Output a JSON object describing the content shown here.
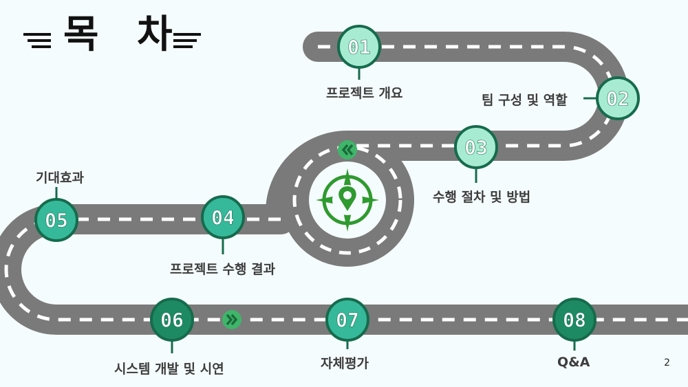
{
  "title": "목 차",
  "page_number": "2",
  "milestones": [
    {
      "number": "01",
      "label": "프로젝트 개요"
    },
    {
      "number": "02",
      "label": "팀 구성 및 역할"
    },
    {
      "number": "03",
      "label": "수행 절차 및 방법"
    },
    {
      "number": "04",
      "label": "프로젝트 수행 결과"
    },
    {
      "number": "05",
      "label": "기대효과"
    },
    {
      "number": "06",
      "label": "시스템 개발 및 시연"
    },
    {
      "number": "07",
      "label": "자체평가"
    },
    {
      "number": "08",
      "label": "Q&A"
    }
  ],
  "icons": {
    "title_left": "speed-lines-icon",
    "title_right": "speed-lines-icon",
    "center": "compass-pin-icon",
    "arrow_left": "double-chevron-left-icon",
    "arrow_right": "double-chevron-right-icon"
  },
  "colors": {
    "road": "#7a7a7a",
    "road_dash": "#ffffff",
    "circle_light": "#a8ebd3",
    "circle_mid": "#36b99a",
    "circle_dark": "#1e8a64",
    "ring": "#166b4d",
    "compass": "#2f9a2f"
  }
}
